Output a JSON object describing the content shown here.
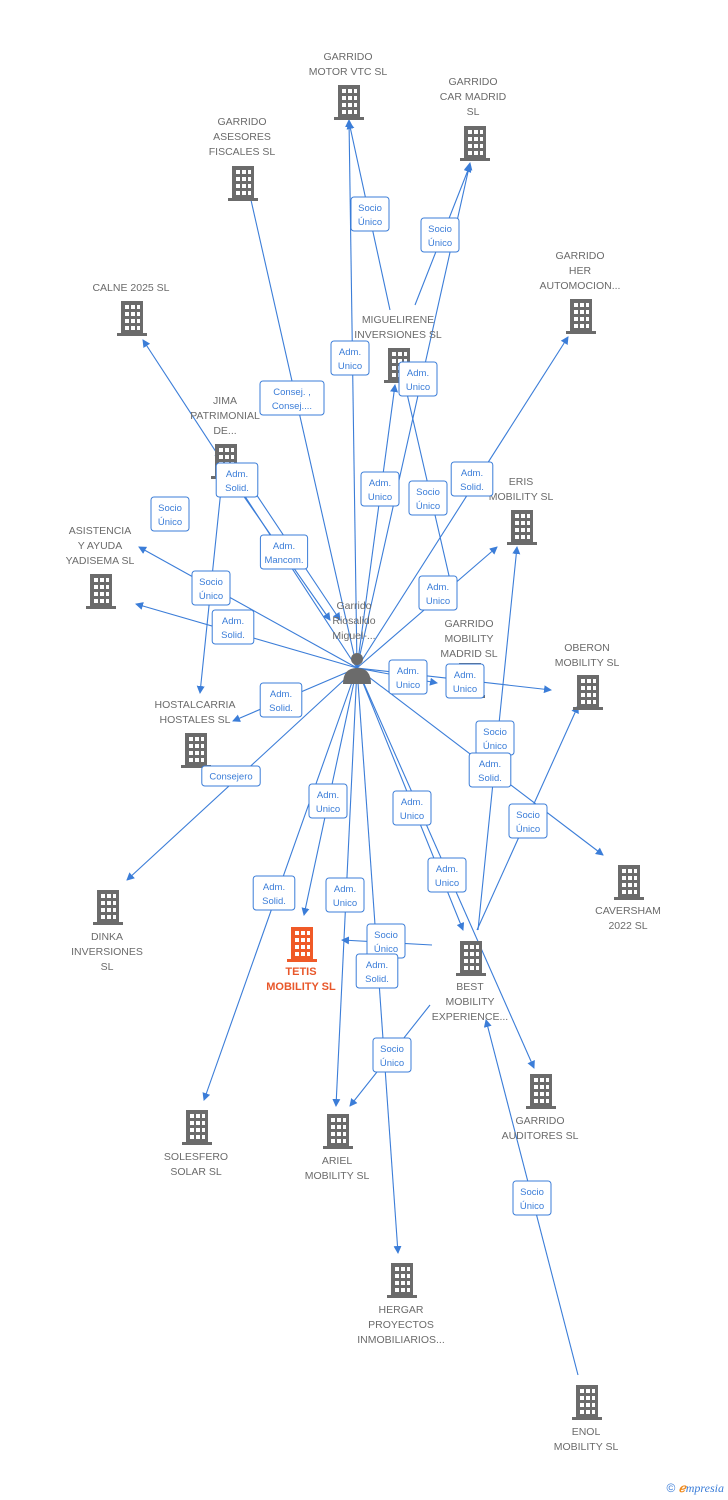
{
  "center": {
    "label_lines": [
      "Garrido",
      "Riosalido",
      "Miguel-..."
    ]
  },
  "nodes": [
    {
      "id": "garrido_motor",
      "lines": [
        "GARRIDO",
        "MOTOR VTC  SL"
      ]
    },
    {
      "id": "garrido_car",
      "lines": [
        "GARRIDO",
        "CAR MADRID",
        "SL"
      ]
    },
    {
      "id": "garrido_asesores",
      "lines": [
        "GARRIDO",
        "ASESORES",
        "FISCALES  SL"
      ]
    },
    {
      "id": "garrido_her",
      "lines": [
        "GARRIDO",
        "HER",
        "AUTOMOCION..."
      ]
    },
    {
      "id": "calne",
      "lines": [
        "CALNE 2025  SL"
      ]
    },
    {
      "id": "miguelirene",
      "lines": [
        "MIGUELIRENE",
        "INVERSIONES SL"
      ]
    },
    {
      "id": "jima",
      "lines": [
        "JIMA",
        "PATRIMONIAL",
        "DE..."
      ]
    },
    {
      "id": "eris",
      "lines": [
        "ERIS",
        "MOBILITY  SL"
      ]
    },
    {
      "id": "asistencia",
      "lines": [
        "ASISTENCIA",
        "Y AYUDA",
        "YADISEMA  SL"
      ]
    },
    {
      "id": "garrido_mobility",
      "lines": [
        "GARRIDO",
        "MOBILITY",
        "MADRID  SL"
      ]
    },
    {
      "id": "oberon",
      "lines": [
        "OBERON",
        "MOBILITY  SL"
      ]
    },
    {
      "id": "hostalcarria",
      "lines": [
        "HOSTALCARRIA",
        "HOSTALES  SL"
      ]
    },
    {
      "id": "caversham",
      "lines": [
        "CAVERSHAM",
        "2022  SL"
      ]
    },
    {
      "id": "dinka",
      "lines": [
        "DINKA",
        "INVERSIONES",
        "SL"
      ]
    },
    {
      "id": "tetis",
      "lines": [
        "TETIS",
        "MOBILITY  SL"
      ],
      "main": true
    },
    {
      "id": "best",
      "lines": [
        "BEST",
        "MOBILITY",
        "EXPERIENCE..."
      ]
    },
    {
      "id": "garrido_auditores",
      "lines": [
        "GARRIDO",
        "AUDITORES SL"
      ]
    },
    {
      "id": "solesfero",
      "lines": [
        "SOLESFERO",
        "SOLAR  SL"
      ]
    },
    {
      "id": "ariel",
      "lines": [
        "ARIEL",
        "MOBILITY  SL"
      ]
    },
    {
      "id": "hergar",
      "lines": [
        "HERGAR",
        "PROYECTOS",
        "INMOBILIARIOS..."
      ]
    },
    {
      "id": "enol",
      "lines": [
        "ENOL",
        "MOBILITY  SL"
      ]
    }
  ],
  "edge_labels": [
    {
      "id": "l1",
      "lines": [
        "Socio",
        "Único"
      ]
    },
    {
      "id": "l2",
      "lines": [
        "Socio",
        "Único"
      ]
    },
    {
      "id": "l3",
      "lines": [
        "Adm.",
        "Unico"
      ]
    },
    {
      "id": "l4",
      "lines": [
        "Consej. ,",
        "Consej...."
      ]
    },
    {
      "id": "l5",
      "lines": [
        "Adm.",
        "Unico"
      ]
    },
    {
      "id": "l6",
      "lines": [
        "Adm.",
        "Solid."
      ]
    },
    {
      "id": "l7",
      "lines": [
        "Socio",
        "Único"
      ]
    },
    {
      "id": "l8",
      "lines": [
        "Adm.",
        "Unico"
      ]
    },
    {
      "id": "l9",
      "lines": [
        "Socio",
        "Único"
      ]
    },
    {
      "id": "l10",
      "lines": [
        "Adm.",
        "Solid."
      ]
    },
    {
      "id": "l11",
      "lines": [
        "Adm.",
        "Mancom."
      ]
    },
    {
      "id": "l12",
      "lines": [
        "Socio",
        "Único"
      ]
    },
    {
      "id": "l13",
      "lines": [
        "Adm.",
        "Unico"
      ]
    },
    {
      "id": "l14",
      "lines": [
        "Adm.",
        "Solid."
      ]
    },
    {
      "id": "l15",
      "lines": [
        "Adm.",
        "Solid."
      ]
    },
    {
      "id": "l16",
      "lines": [
        "Adm.",
        "Unico"
      ]
    },
    {
      "id": "l17",
      "lines": [
        "Adm.",
        "Unico"
      ]
    },
    {
      "id": "l18",
      "lines": [
        "Socio",
        "Único"
      ]
    },
    {
      "id": "l19",
      "lines": [
        "Adm.",
        "Solid."
      ]
    },
    {
      "id": "l20",
      "lines": [
        "Consejero"
      ]
    },
    {
      "id": "l21",
      "lines": [
        "Adm.",
        "Unico"
      ]
    },
    {
      "id": "l22",
      "lines": [
        "Adm.",
        "Unico"
      ]
    },
    {
      "id": "l23",
      "lines": [
        "Socio",
        "Único"
      ]
    },
    {
      "id": "l24",
      "lines": [
        "Adm.",
        "Unico"
      ]
    },
    {
      "id": "l25",
      "lines": [
        "Adm.",
        "Solid."
      ]
    },
    {
      "id": "l26",
      "lines": [
        "Adm.",
        "Unico"
      ]
    },
    {
      "id": "l27",
      "lines": [
        "Socio",
        "Único"
      ]
    },
    {
      "id": "l28",
      "lines": [
        "Adm.",
        "Solid."
      ]
    },
    {
      "id": "l29",
      "lines": [
        "Socio",
        "Único"
      ]
    },
    {
      "id": "l30",
      "lines": [
        "Socio",
        "Único"
      ]
    }
  ],
  "footer": {
    "copyright": "©",
    "brand_first": "ℯ",
    "brand_rest": "mpresia"
  }
}
